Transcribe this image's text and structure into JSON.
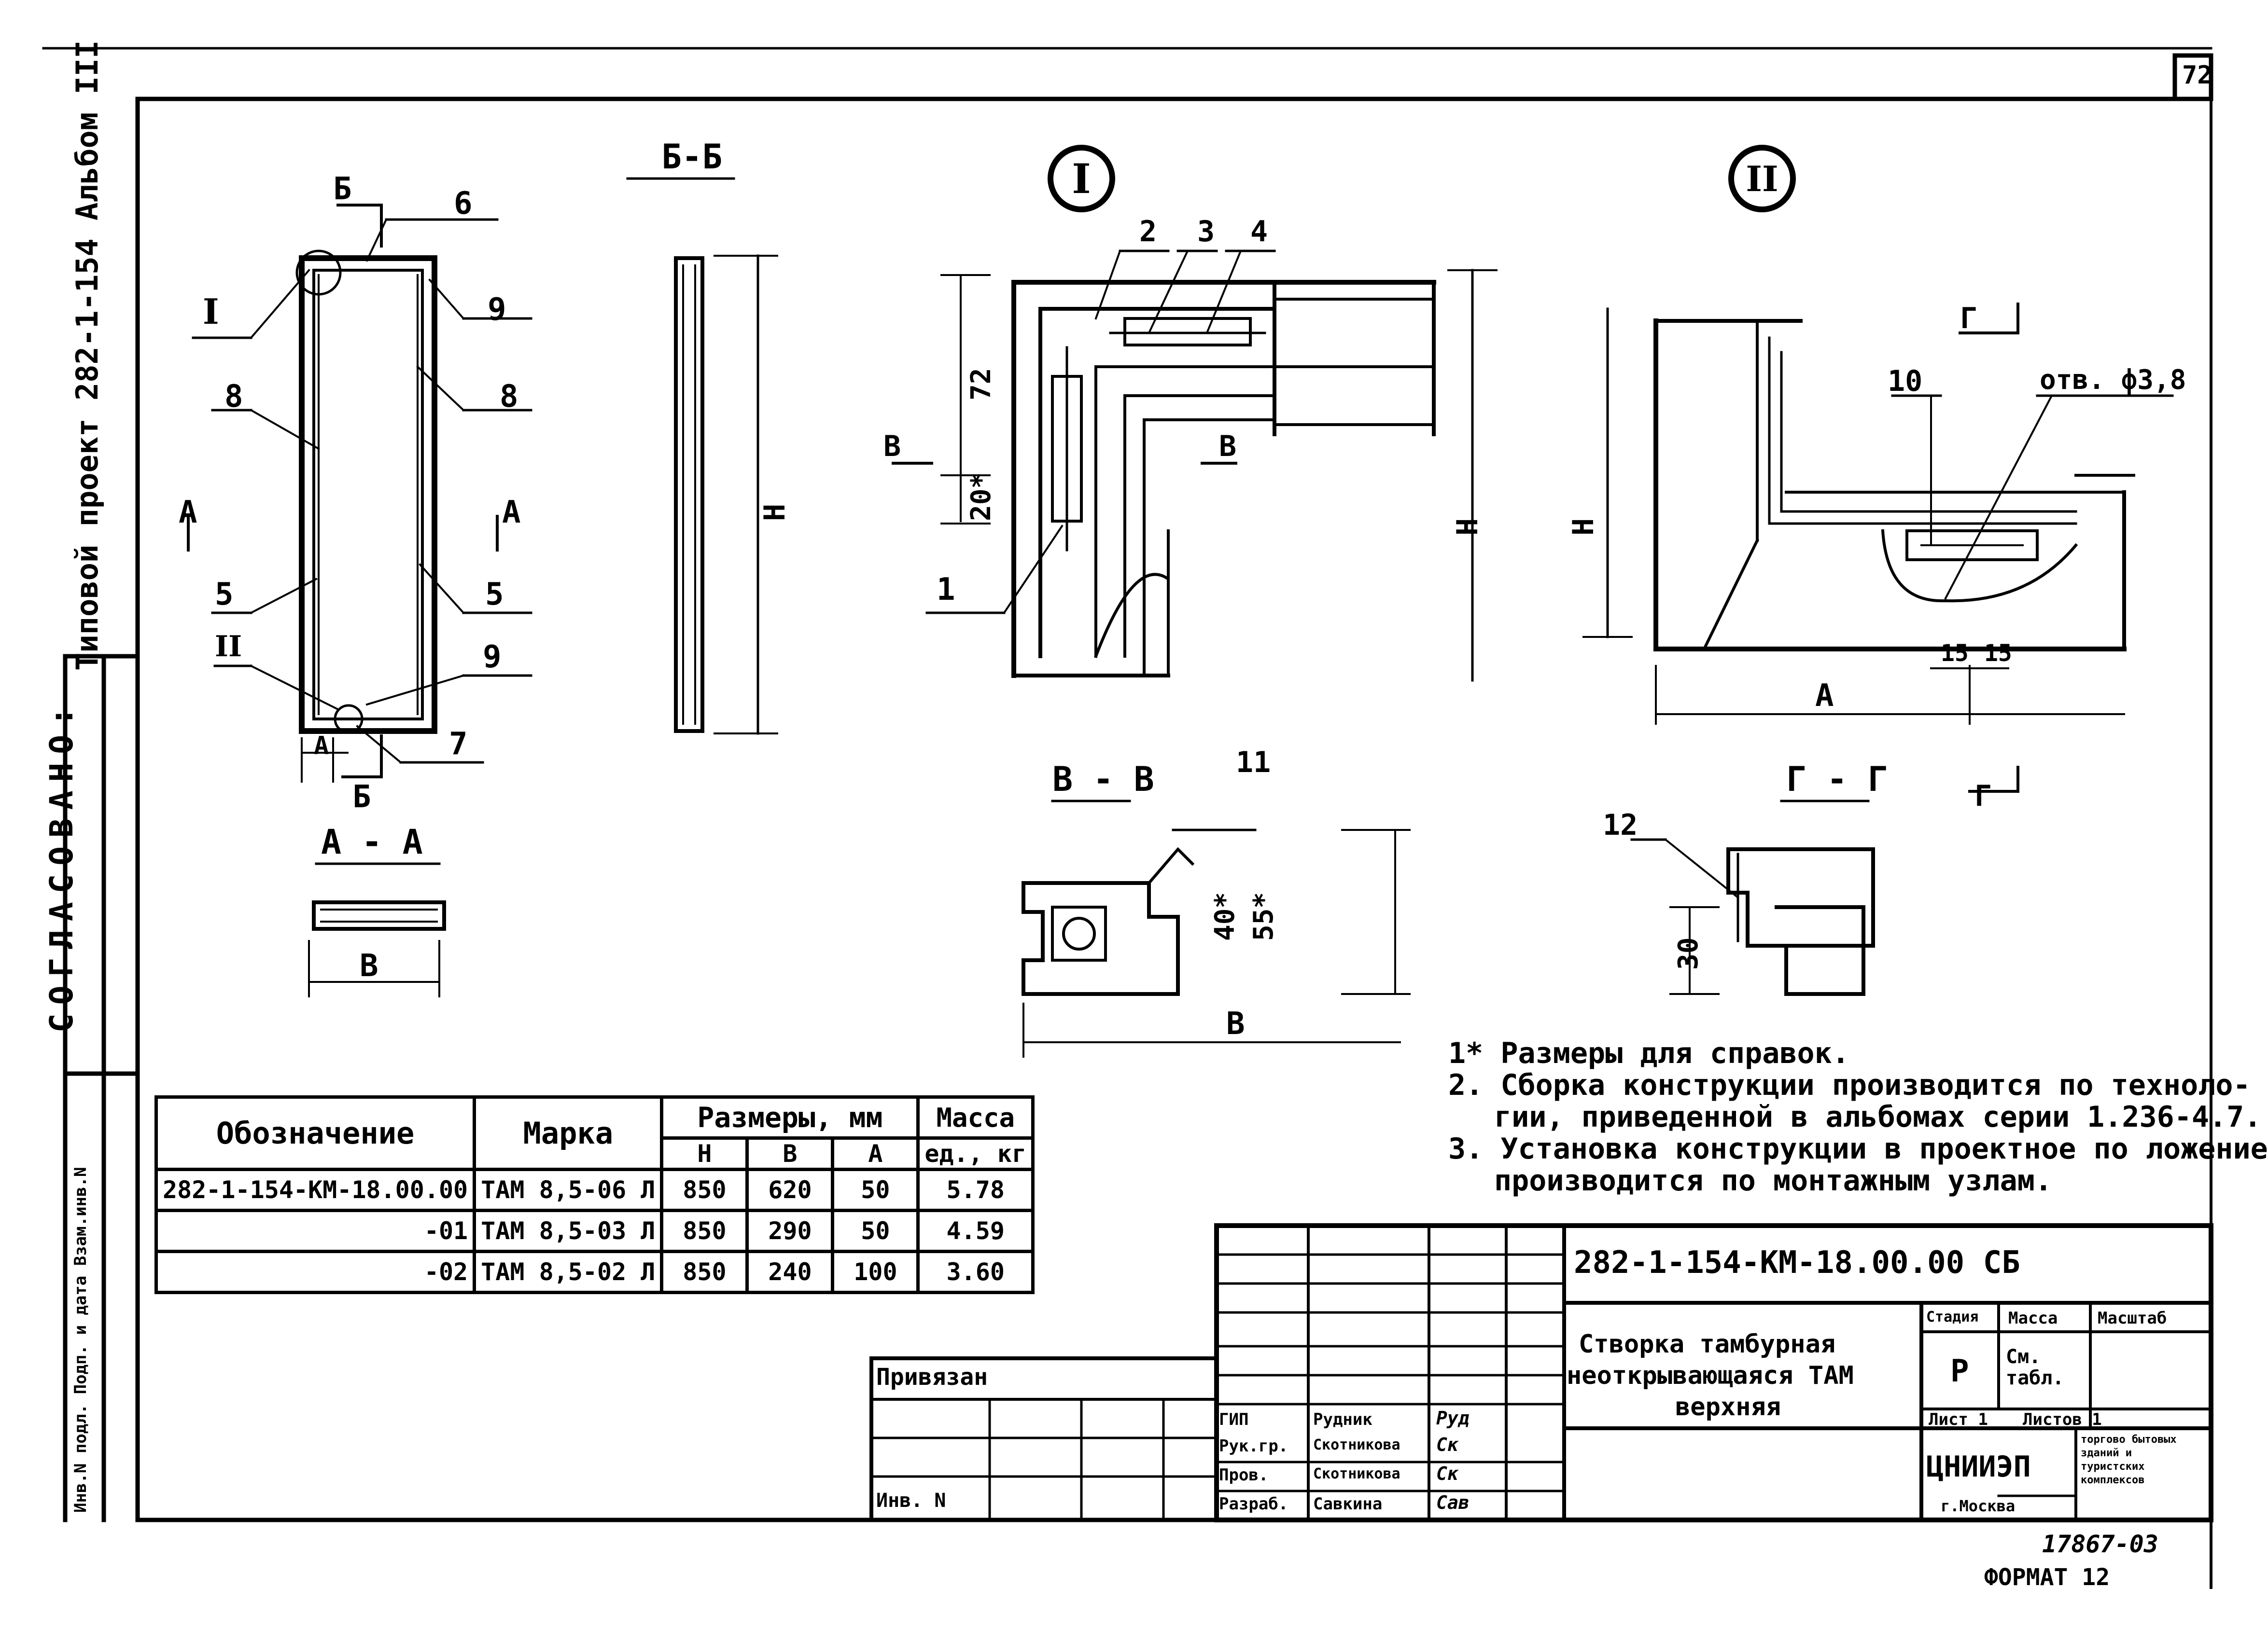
{
  "sheet": {
    "page_number": "72",
    "side_title": "Типовой проект 282-1-154 Альбом III",
    "agreed_label": "СОГЛАСОВАНО:",
    "inv_columns": "Инв.N подл. Подп. и дата Взам.инв.N"
  },
  "views": {
    "aa_title": "А - А",
    "bb_title": "Б-Б",
    "vv_title": "В - В",
    "gg_title": "Г - Г",
    "node1_label": "I",
    "node2_label": "II"
  },
  "callouts": {
    "b": "Б",
    "b2": "Б",
    "n6": "6",
    "n9a": "9",
    "n8a": "8",
    "n8b": "8",
    "n5a": "5",
    "n5b": "5",
    "n9b": "9",
    "n7": "7",
    "a_left": "А",
    "a_right": "А",
    "r1": "I",
    "r2": "II",
    "n2": "2",
    "n3": "3",
    "n4": "4",
    "n1": "1",
    "n10": "10",
    "n11": "11",
    "n12": "12",
    "hole": "отв. ф3,8",
    "g_top": "Г",
    "g_bot": "Г",
    "v_left": "В",
    "v_right": "В"
  },
  "dims": {
    "a_small": "А",
    "b_width": "В",
    "h": "Н",
    "h2": "Н",
    "h3": "Н",
    "d72": "72",
    "d20": "20*",
    "a_wide": "А",
    "d15a": "15",
    "d15b": "15",
    "d40": "40*",
    "d55": "55*",
    "b_vv": "В",
    "d30": "30"
  },
  "notes": [
    "1* Размеры для справок.",
    "2. Сборка конструкции производится по техноло-",
    "гии, приведенной в альбомах серии 1.236-4.7.",
    "3. Установка конструкции в проектное по ложение",
    "производится по монтажным узлам."
  ],
  "spec_table": {
    "headers": {
      "designation": "Обозначение",
      "mark": "Марка",
      "sizes": "Размеры, мм",
      "h": "Н",
      "b": "В",
      "a": "А",
      "mass": "Масса",
      "mass_unit": "ед., кг"
    },
    "rows": [
      {
        "designation": "282-1-154-КМ-18.00.00",
        "mark": "ТАМ 8,5-06 Л",
        "h": "850",
        "b": "620",
        "a": "50",
        "mass": "5.78"
      },
      {
        "designation": "-01",
        "mark": "ТАМ 8,5-03 Л",
        "h": "850",
        "b": "290",
        "a": "50",
        "mass": "4.59"
      },
      {
        "designation": "-02",
        "mark": "ТАМ 8,5-02 Л",
        "h": "850",
        "b": "240",
        "a": "100",
        "mass": "3.60"
      }
    ]
  },
  "title_block": {
    "code": "282-1-154-КМ-18.00.00 СБ",
    "name_line1": "Створка тамбурная",
    "name_line2": "неоткрывающаяся ТАМ",
    "name_line3": "верхняя",
    "stage_label": "Стадия",
    "mass_label": "Масса",
    "scale_label": "Масштаб",
    "stage_value": "Р",
    "mass_value": "См. табл.",
    "sheet_label": "Лист 1",
    "sheets_label": "Листов 1",
    "org": "ЦНИИЭП",
    "org_sub": "торгово бытовых зданий и туристских комплексов",
    "city": "г.Москва",
    "bound_label": "Привязан",
    "inv_label": "Инв. N",
    "roles": [
      {
        "role": "ГИП",
        "name": "Рудник",
        "sign": "Руд"
      },
      {
        "role": "Рук.гр.",
        "name": "Скотникова",
        "sign": "Ск"
      },
      {
        "role": "Пров.",
        "name": "Скотникова",
        "sign": "Ск"
      },
      {
        "role": "Разраб.",
        "name": "Савкина",
        "sign": "Сав"
      }
    ]
  },
  "footer": {
    "archive_number": "17867-03",
    "format": "ФОРМАТ 12"
  }
}
